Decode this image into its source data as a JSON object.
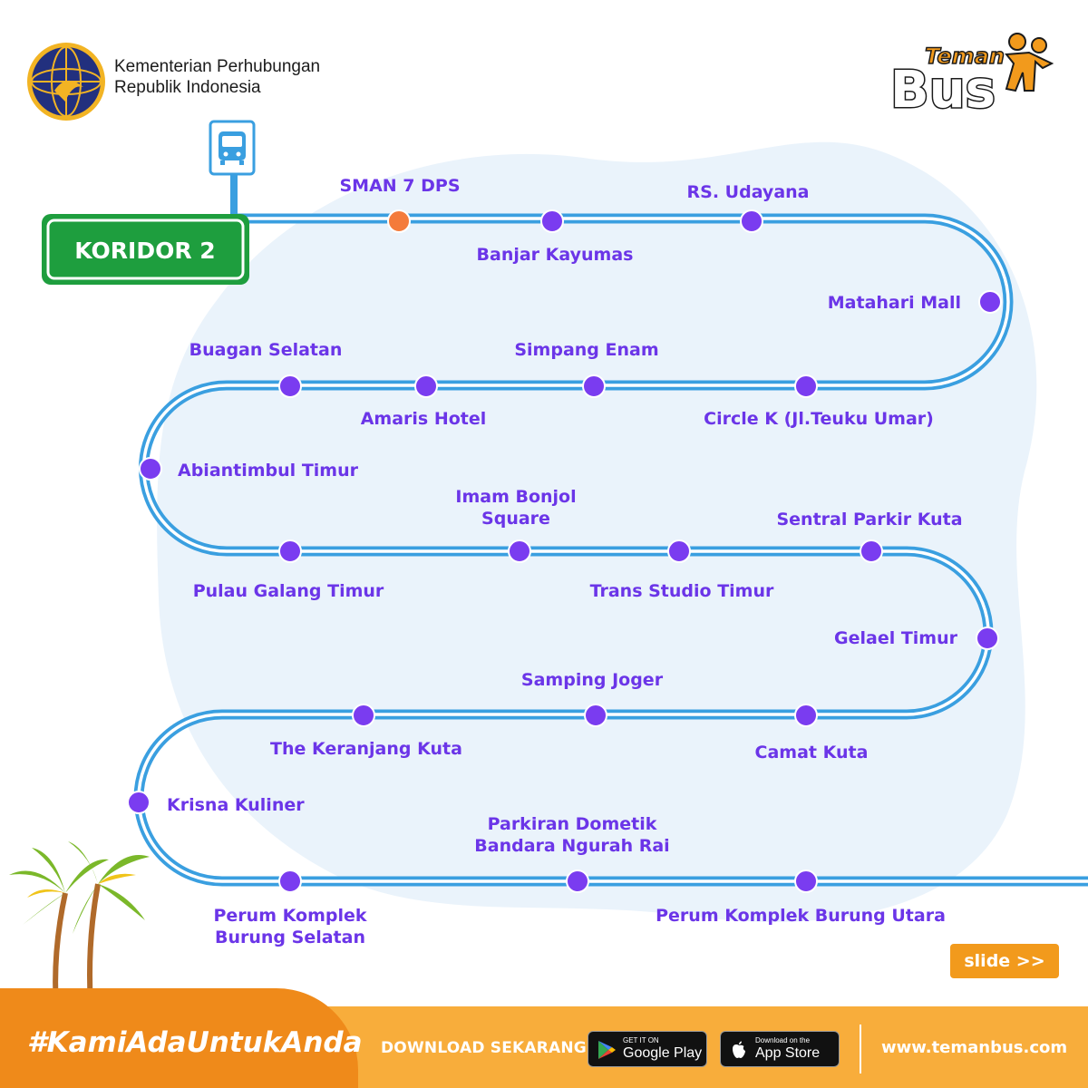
{
  "header": {
    "ministry_line1": "Kementerian Perhubungan",
    "ministry_line2": "Republik Indonesia",
    "brand_small": "Teman",
    "brand_big": "Bus"
  },
  "route": {
    "corridor_label": "KORIDOR 2",
    "stops": [
      {
        "name": "SMAN 7 DPS",
        "status": "start"
      },
      {
        "name": "Banjar Kayumas"
      },
      {
        "name": "RS. Udayana"
      },
      {
        "name": "Matahari Mall"
      },
      {
        "name": "Circle K (Jl.Teuku Umar)"
      },
      {
        "name": "Simpang Enam"
      },
      {
        "name": "Amaris Hotel"
      },
      {
        "name": "Buagan Selatan"
      },
      {
        "name": "Abiantimbul Timur"
      },
      {
        "name": "Pulau Galang Timur"
      },
      {
        "name": "Imam Bonjol Square",
        "lines": [
          "Imam Bonjol",
          "Square"
        ]
      },
      {
        "name": "Trans Studio Timur"
      },
      {
        "name": "Sentral Parkir Kuta"
      },
      {
        "name": "Gelael Timur"
      },
      {
        "name": "Camat Kuta"
      },
      {
        "name": "Samping Joger"
      },
      {
        "name": "The Keranjang Kuta"
      },
      {
        "name": "Krisna Kuliner"
      },
      {
        "name": "Perum Komplek Burung Selatan",
        "lines": [
          "Perum Komplek",
          "Burung Selatan"
        ]
      },
      {
        "name": "Parkiran Dometik Bandara Ngurah Rai",
        "lines": [
          "Parkiran Dometik",
          "Bandara Ngurah Rai"
        ]
      },
      {
        "name": "Perum Komplek Burung Utara"
      }
    ]
  },
  "slide_button": "slide >>",
  "footer": {
    "hashtag": "#KamiAdaUntukAnda",
    "download_label": "DOWNLOAD  SEKARANG",
    "google_play_small": "GET IT ON",
    "google_play_big": "Google Play",
    "app_store_small": "Download on the",
    "app_store_big": "App Store",
    "website": "www.temanbus.com"
  },
  "colors": {
    "track": "#3a9fe0",
    "stop": "#7a3cf0",
    "start_stop": "#f47b3b",
    "label": "#6b35e8",
    "corridor_green": "#1e9e3e",
    "footer_orange": "#f8ad3b",
    "footer_dark_orange": "#ef8a1a",
    "background_blob": "#eaf3fb"
  }
}
